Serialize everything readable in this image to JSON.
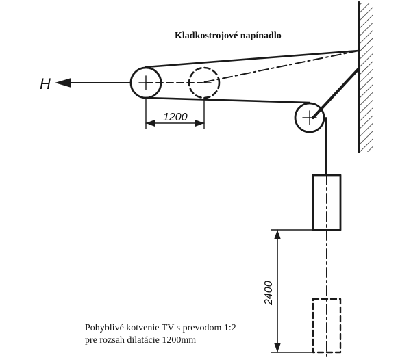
{
  "diagram": {
    "title": "Kladkostrojové napínadlo",
    "force_label": "H",
    "horizontal_dimension": "1200",
    "vertical_dimension": "2400",
    "caption_line1": "Pohyblivé kotvenie TV s prevodom 1:2",
    "caption_line2": "pre rozsah dilatácie 1200mm"
  }
}
